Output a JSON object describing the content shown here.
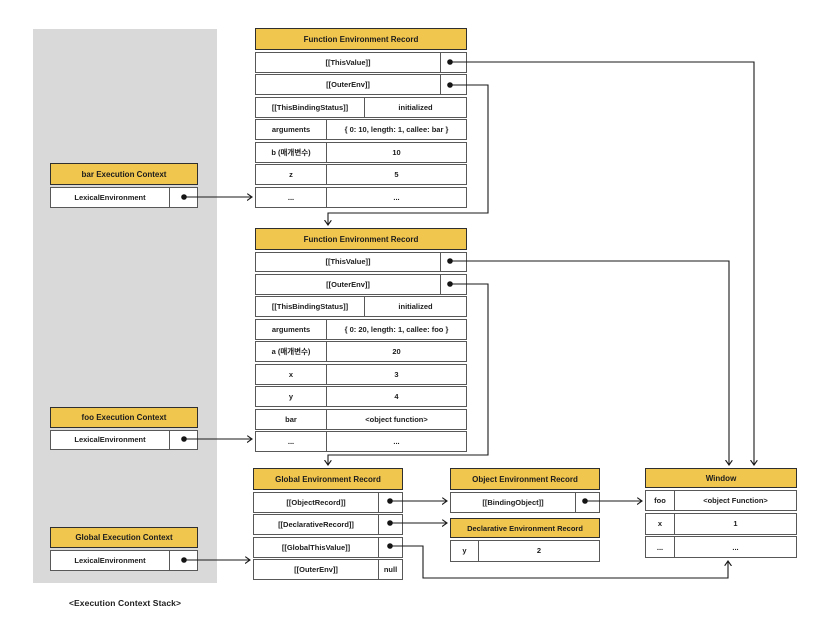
{
  "stack_label": "<Execution Context Stack>",
  "contexts": {
    "bar": {
      "title": "bar Execution Context",
      "lex": "LexicalEnvironment"
    },
    "foo": {
      "title": "foo Execution Context",
      "lex": "LexicalEnvironment"
    },
    "global": {
      "title": "Global Execution Context",
      "lex": "LexicalEnvironment"
    }
  },
  "fer_bar": {
    "title": "Function Environment Record",
    "this_value": "[[ThisValue]]",
    "outer_env": "[[OuterEnv]]",
    "binding_status_key": "[[ThisBindingStatus]]",
    "binding_status_val": "initialized",
    "arguments_key": "arguments",
    "arguments_val": "{ 0: 10, length: 1, callee: bar }",
    "param_key": "b (매개변수)",
    "param_val": "10",
    "z_key": "z",
    "z_val": "5",
    "ellipsis": "..."
  },
  "fer_foo": {
    "title": "Function Environment Record",
    "this_value": "[[ThisValue]]",
    "outer_env": "[[OuterEnv]]",
    "binding_status_key": "[[ThisBindingStatus]]",
    "binding_status_val": "initialized",
    "arguments_key": "arguments",
    "arguments_val": "{ 0: 20, length: 1, callee: foo }",
    "param_key": "a (매개변수)",
    "param_val": "20",
    "x_key": "x",
    "x_val": "3",
    "y_key": "y",
    "y_val": "4",
    "bar_key": "bar",
    "bar_val": "<object function>",
    "ellipsis": "..."
  },
  "ger": {
    "title": "Global Environment Record",
    "object_record": "[[ObjectRecord]]",
    "declarative_record": "[[DeclarativeRecord]]",
    "global_this_value": "[[GlobalThisValue]]",
    "outer_env_key": "[[OuterEnv]]",
    "outer_env_val": "null"
  },
  "oer": {
    "title": "Object Environment Record",
    "binding_object": "[[BindingObject]]"
  },
  "der": {
    "title": "Declarative Environment Record",
    "y_key": "y",
    "y_val": "2"
  },
  "window_obj": {
    "title": "Window",
    "foo_key": "foo",
    "foo_val": "<object Function>",
    "x_key": "x",
    "x_val": "1",
    "ellipsis": "..."
  },
  "colors": {
    "header_yellow": "#F0C64F",
    "panel_gray": "#D9D9D9",
    "border_dark": "#2F2F2F",
    "border_row": "#585858",
    "line": "#1A1A1A"
  }
}
